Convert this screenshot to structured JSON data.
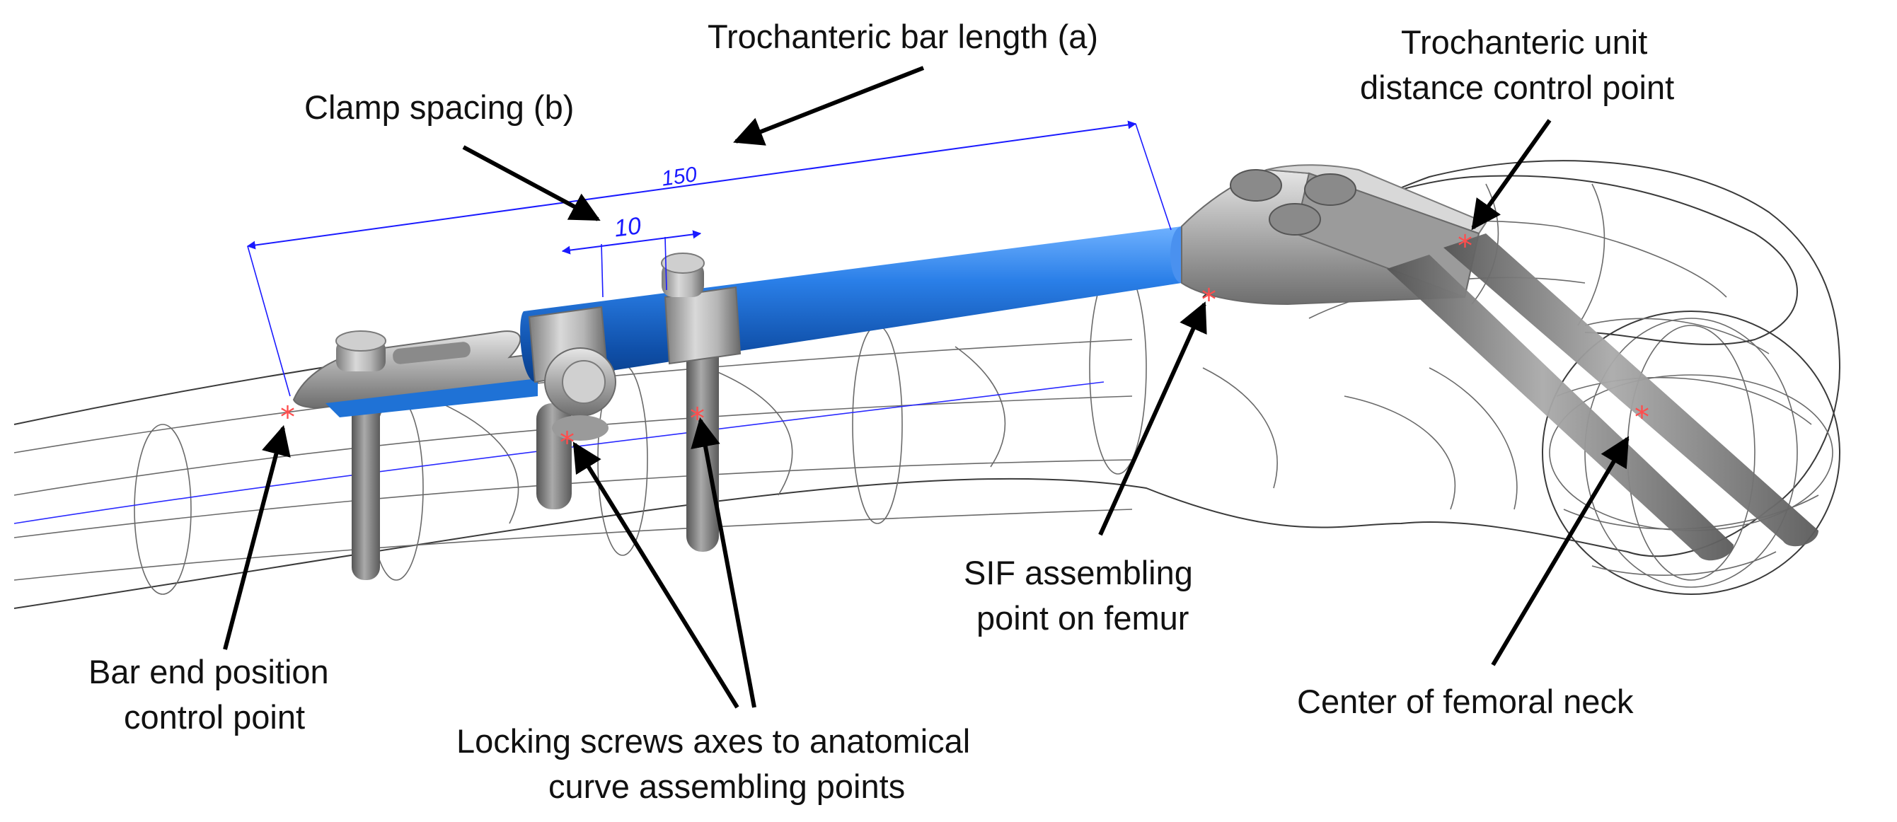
{
  "labels": {
    "bar_length": "Trochanteric bar length (a)",
    "clamp_spacing": "Clamp spacing (b)",
    "troch_unit_line1": "Trochanteric unit",
    "troch_unit_line2": "distance control point",
    "bar_end_line1": "Bar end position",
    "bar_end_line2": "control point",
    "locking_line1": "Locking screws axes to anatomical",
    "locking_line2": "curve assembling points",
    "sif_line1": "SIF assembling",
    "sif_line2": "point on femur",
    "neck": "Center of femoral neck"
  },
  "dimensions": {
    "bar_length_value": "150",
    "clamp_spacing_value": "10"
  },
  "colors": {
    "bar_blue": "#1f72d6",
    "dimension_blue": "#1a1aff",
    "control_point_red": "#ff4d4d",
    "metal_grey": "#a9a9a9"
  },
  "icons": {
    "control_point": "red-asterisk"
  }
}
